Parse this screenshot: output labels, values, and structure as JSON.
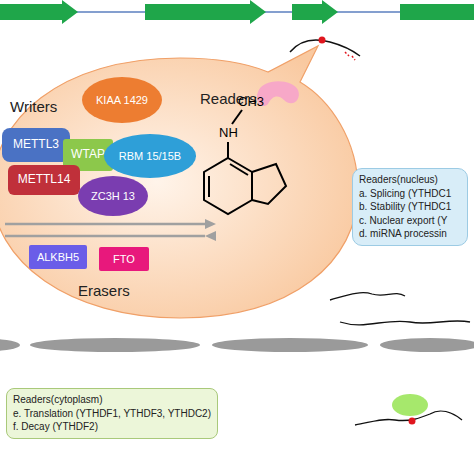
{
  "diagram": {
    "nodes": [
      {
        "text": [
          "KIAA 1429"
        ]
      },
      {
        "text": [
          "METTL3"
        ]
      },
      {
        "text": [
          "WTAP"
        ]
      },
      {
        "text": [
          "RBM 15/15B"
        ]
      },
      {
        "text": [
          "METTL14"
        ]
      },
      {
        "text": [
          "ZC3H 13"
        ]
      },
      {
        "text": [
          "ALKBH5"
        ]
      },
      {
        "text": [
          "FTO"
        ]
      },
      {
        "text": [
          "Readers(nucleus)",
          "a. Splicing (YTHDC1",
          "b. Stability (YTHDC1",
          "c. Nuclear export (Y",
          "d. miRNA processin"
        ]
      },
      {
        "text": [
          "Readers(cytoplasm)",
          "e. Translation (YTHDF1, YTHDF3, YTHDC2)",
          "f. Decay (YTHDF2)"
        ]
      }
    ],
    "edges": [],
    "labels": [
      "Writers",
      "Readers",
      "Erasers",
      "CH3",
      "NH"
    ]
  }
}
